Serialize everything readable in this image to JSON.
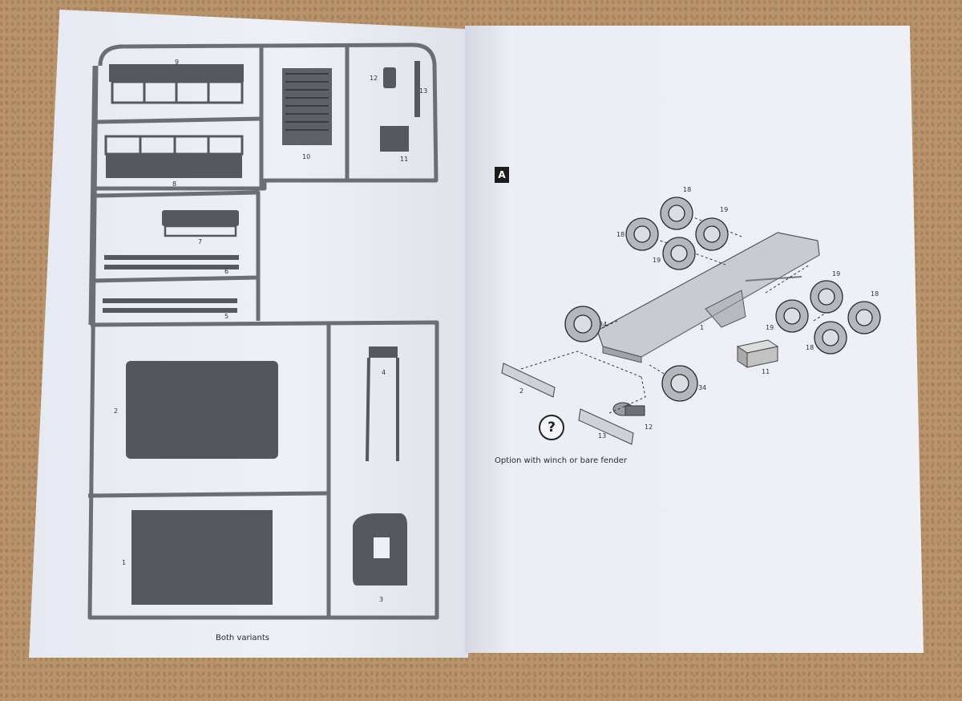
{
  "left_page": {
    "part_numbers": {
      "p1": "1",
      "p2": "2",
      "p3": "3",
      "p4": "4",
      "p5": "5",
      "p6": "6",
      "p7": "7",
      "p8": "8",
      "p9": "9",
      "p10": "10",
      "p11": "11",
      "p12": "12",
      "p13": "13"
    },
    "caption": "Both variants"
  },
  "right_page": {
    "step_label": "A",
    "part_numbers": {
      "chassis": "1",
      "battery": "11",
      "fender": "2",
      "winch": "12",
      "bumper": "13",
      "wheel_a": "18",
      "wheel_b": "18",
      "wheel_c": "18",
      "wheel_d": "18",
      "wheel_e": "19",
      "wheel_f": "19",
      "wheel_g": "19",
      "wheel_h": "19",
      "front_wheel_l": "34",
      "front_wheel_r": "34"
    },
    "help_icon": "?",
    "option_text": "Option with winch or bare fender"
  }
}
